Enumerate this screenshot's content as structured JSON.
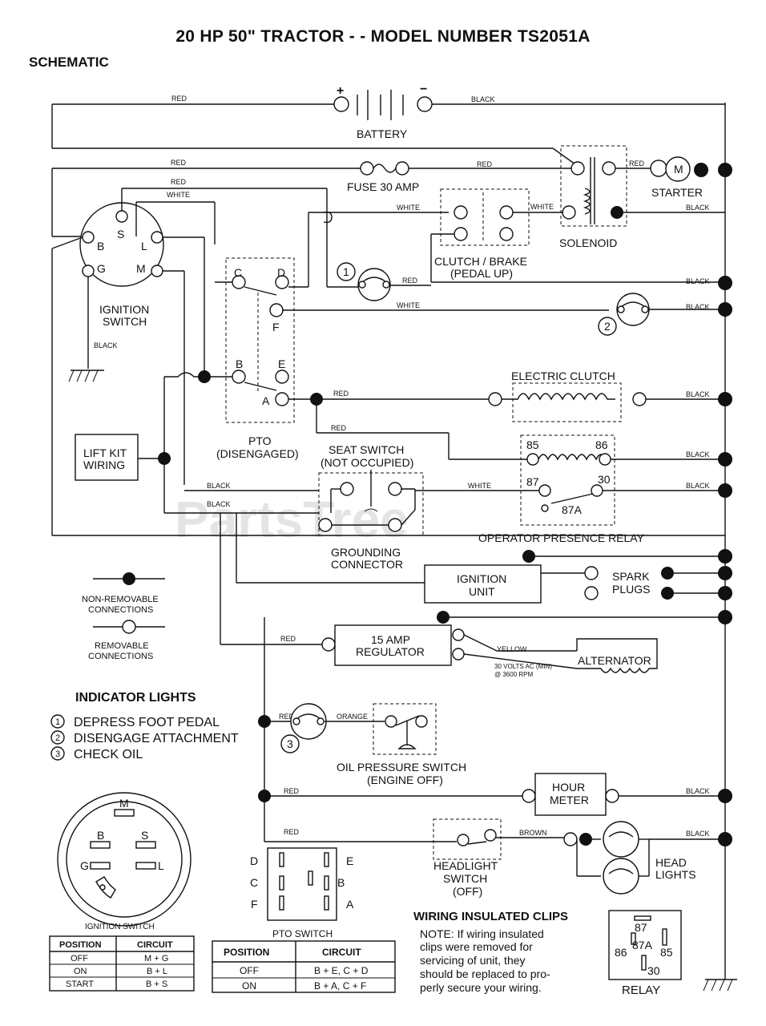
{
  "title": "20 HP 50\" TRACTOR - - MODEL NUMBER  TS2051A",
  "section": "SCHEMATIC",
  "watermark": "PartsTree",
  "components": {
    "battery": "BATTERY",
    "battery_pos": "+",
    "battery_neg": "−",
    "fuse": "FUSE 30 AMP",
    "starter": "STARTER",
    "starter_m": "M",
    "solenoid": "SOLENOID",
    "clutch_brake": "CLUTCH / BRAKE",
    "clutch_brake_sub": "(PEDAL UP)",
    "ignition_switch": "IGNITION",
    "ignition_switch2": "SWITCH",
    "pto": "PTO",
    "pto_sub": "(DISENGAGED)",
    "electric_clutch": "ELECTRIC CLUTCH",
    "seat_switch": "SEAT SWITCH",
    "seat_switch_sub": "(NOT OCCUPIED)",
    "lift_kit": "LIFT KIT",
    "lift_kit2": "WIRING",
    "grounding": "GROUNDING",
    "grounding2": "CONNECTOR",
    "opr": "OPERATOR PRESENCE RELAY",
    "ignition_unit": "IGNITION",
    "ignition_unit2": "UNIT",
    "spark": "SPARK",
    "spark2": "PLUGS",
    "regulator": "15 AMP",
    "regulator2": "REGULATOR",
    "alternator": "ALTERNATOR",
    "alt_note": "30 VOLTS AC (MIN)",
    "alt_note2": "@ 3600 RPM",
    "oil_switch": "OIL PRESSURE SWITCH",
    "oil_switch_sub": "(ENGINE OFF)",
    "hour_meter": "HOUR",
    "hour_meter2": "METER",
    "headlight_switch": "HEADLIGHT",
    "headlight_switch2": "SWITCH",
    "headlight_switch3": "(OFF)",
    "headlights": "HEAD",
    "headlights2": "LIGHTS"
  },
  "wire_colors": {
    "red": "RED",
    "black": "BLACK",
    "white": "WHITE",
    "yellow": "YELLOW",
    "orange": "ORANGE",
    "brown": "BROWN"
  },
  "switch_terminals": {
    "s": "S",
    "b": "B",
    "l": "L",
    "g": "G",
    "m": "M",
    "c": "C",
    "d": "D",
    "e": "E",
    "f": "F",
    "a": "A"
  },
  "relay_terminals": {
    "t85": "85",
    "t86": "86",
    "t87": "87",
    "t87a": "87A",
    "t30": "30"
  },
  "lamp_numbers": {
    "one": "1",
    "two": "2",
    "three": "3"
  },
  "legend": {
    "non_removable": "NON-REMOVABLE",
    "non_removable2": "CONNECTIONS",
    "removable": "REMOVABLE",
    "removable2": "CONNECTIONS"
  },
  "indicator_lights": {
    "heading": "INDICATOR LIGHTS",
    "items": [
      {
        "num": "1",
        "text": "DEPRESS FOOT PEDAL"
      },
      {
        "num": "2",
        "text": "DISENGAGE ATTACHMENT"
      },
      {
        "num": "3",
        "text": "CHECK OIL"
      }
    ]
  },
  "ignition_switch_table": {
    "caption": "IGNITION SWITCH",
    "headers": [
      "POSITION",
      "CIRCUIT"
    ],
    "rows": [
      [
        "OFF",
        "M + G"
      ],
      [
        "ON",
        "B + L"
      ],
      [
        "START",
        "B + S"
      ]
    ]
  },
  "pto_switch_table": {
    "caption": "PTO SWITCH",
    "headers": [
      "POSITION",
      "CIRCUIT"
    ],
    "rows": [
      [
        "OFF",
        "B + E, C + D"
      ],
      [
        "ON",
        "B + A, C + F"
      ]
    ]
  },
  "clips_note": {
    "heading": "WIRING INSULATED CLIPS",
    "lines": [
      "NOTE: If wiring insulated",
      "clips were removed for",
      "servicing of unit, they",
      "should be replaced to pro-",
      "perly secure your wiring."
    ]
  },
  "relay_diagram": {
    "caption": "RELAY",
    "t87": "87",
    "t87a": "87A",
    "t86": "86",
    "t85": "85",
    "t30": "30"
  }
}
